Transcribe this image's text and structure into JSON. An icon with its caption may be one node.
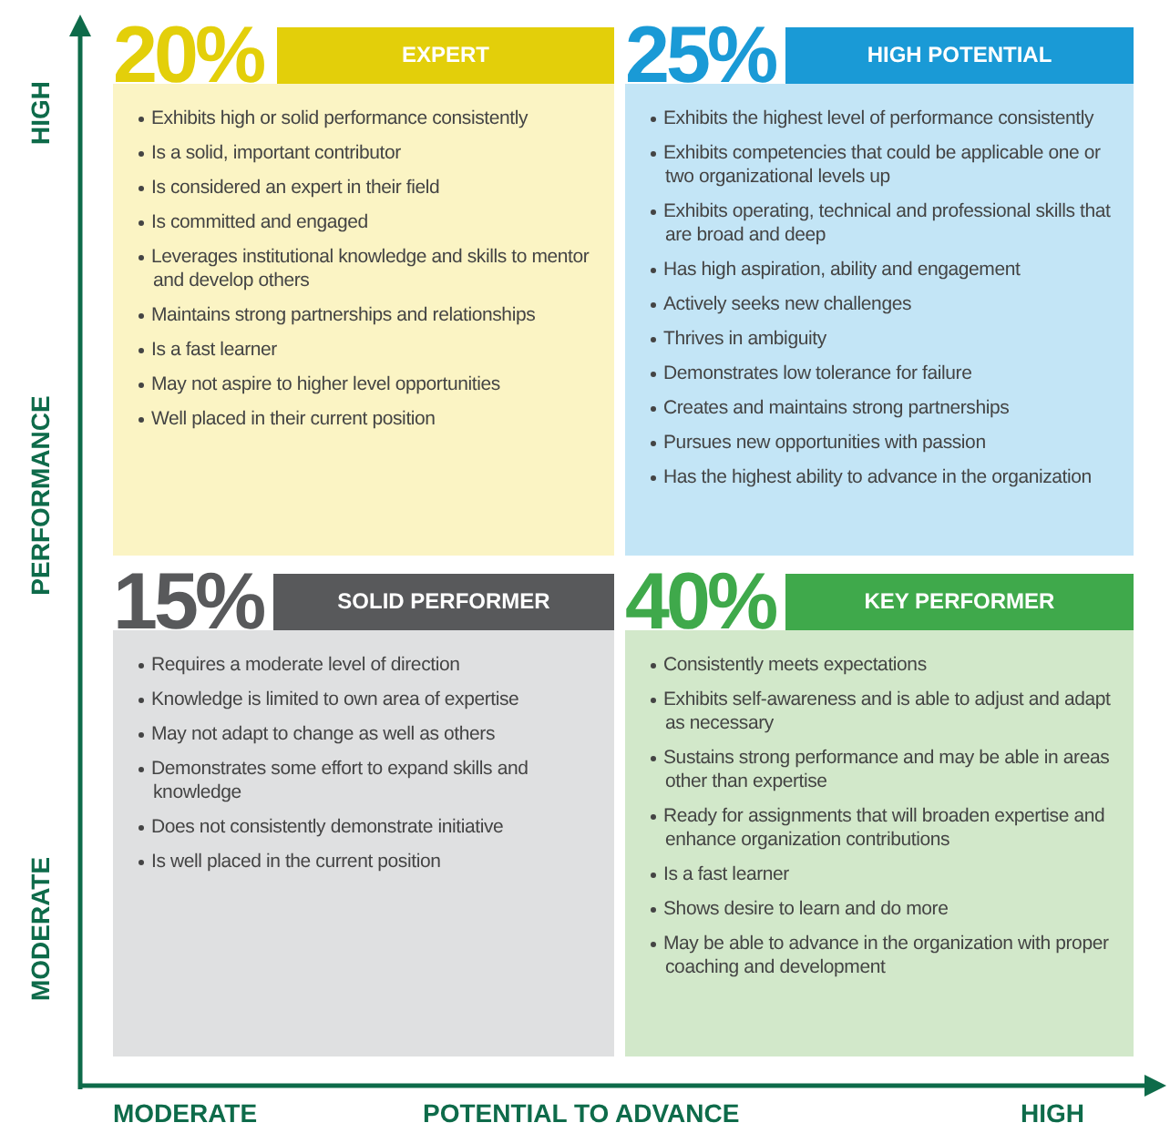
{
  "diagram": {
    "nodes": [
      {
        "text": [
          "20%",
          "EXPERT",
          "Exhibits high or solid performance consistently",
          "Is a solid, important contributor",
          "Is considered an expert in their field",
          "Is committed and engaged",
          "Leverages institutional knowledge and skills to mentor and develop others",
          "Maintains strong partnerships and relationships",
          "Is a fast learner",
          "May not aspire to higher level opportunities",
          "Well placed in their current position"
        ]
      },
      {
        "text": [
          "25%",
          "HIGH POTENTIAL",
          "Exhibits the highest level of performance consistently",
          "Exhibits competencies that could be applicable one or two organizational levels up",
          "Exhibits operating, technical and professional skills that are broad and deep",
          "Has high aspiration, ability and engagement",
          "Actively seeks new challenges",
          "Thrives in ambiguity",
          "Demonstrates low tolerance for failure",
          "Creates and maintains strong partnerships",
          "Pursues new opportunities with passion",
          "Has the highest ability to advance in the organization"
        ]
      },
      {
        "text": [
          "15%",
          "SOLID PERFORMER",
          "Requires a moderate level of direction",
          "Knowledge is limited to own area of expertise",
          "May not adapt to change as well as others",
          "Demonstrates some effort to expand skills and knowledge",
          "Does not consistently demonstrate initiative",
          "Is well placed in the current position"
        ]
      },
      {
        "text": [
          "40%",
          "KEY PERFORMER",
          "Consistently meets expectations",
          "Exhibits self-awareness and is able to adjust and adapt as necessary",
          "Sustains strong performance and may be able in areas other than expertise",
          "Ready for assignments that will broaden expertise and enhance organization contributions",
          "Is a fast learner",
          "Shows desire to learn and do more",
          "May be able to advance in the organization with proper coaching and development"
        ]
      }
    ],
    "labels": [
      "HIGH",
      "PERFORMANCE",
      "MODERATE",
      "MODERATE",
      "POTENTIAL TO ADVANCE",
      "HIGH"
    ]
  }
}
